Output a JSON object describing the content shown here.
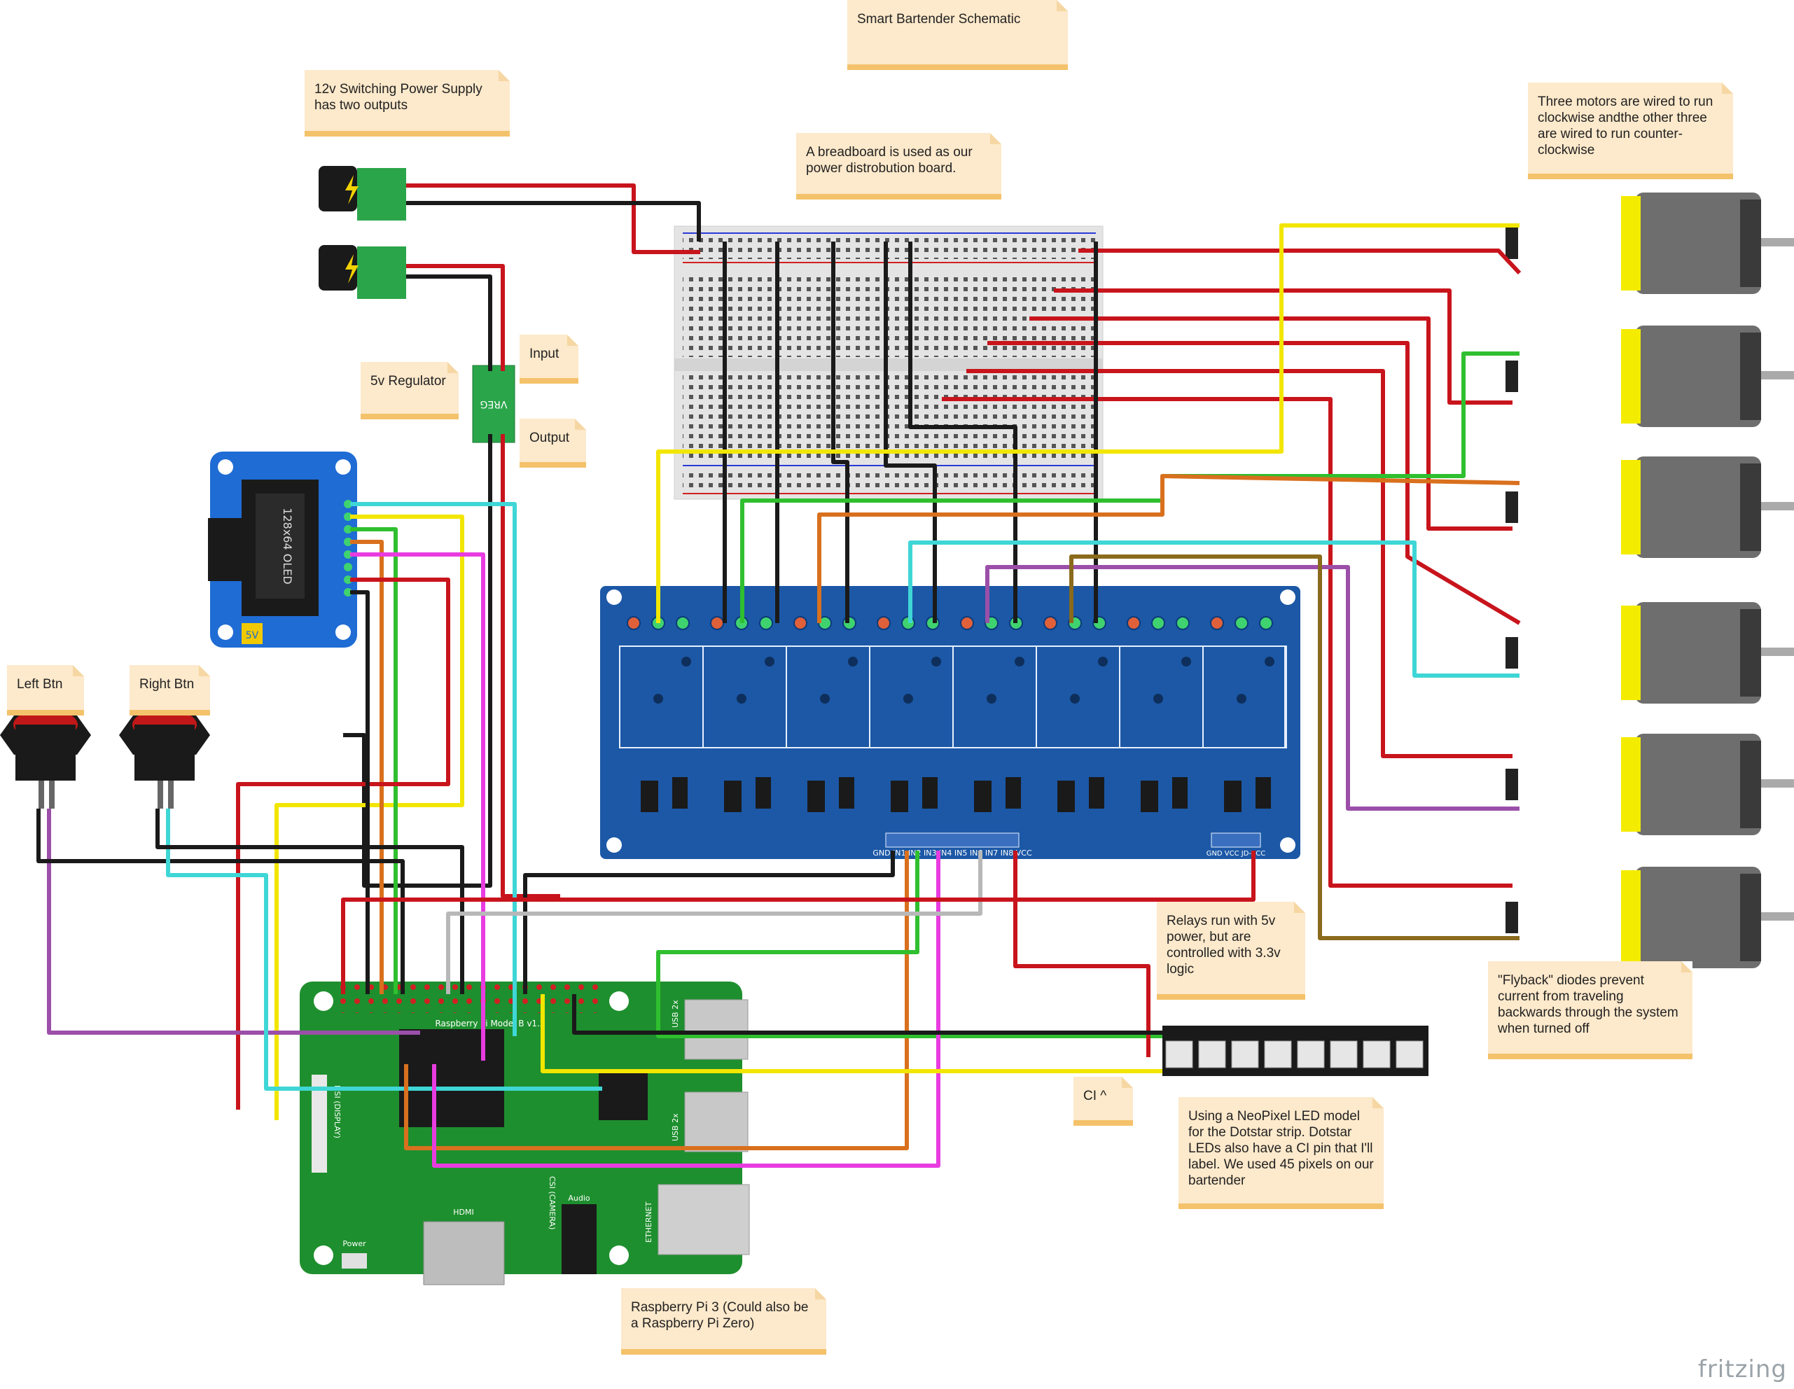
{
  "notes": {
    "title": "Smart Bartender Schematic",
    "power_supply": "12v Switching Power Supply has two outputs",
    "breadboard": "A breadboard is used as our power distrobution board.",
    "motors": "Three motors are wired to run clockwise andthe other three are wired to run counter-clockwise",
    "input": "Input",
    "output": "Output",
    "regulator": "5v Regulator",
    "left_btn": "Left Btn",
    "right_btn": "Right Btn",
    "relays": "Relays run with 5v power, but are controlled with 3.3v logic",
    "flyback": "\"Flyback\" diodes prevent current from traveling backwards through the system when turned off",
    "ci": "CI ^",
    "neopixel": "Using a NeoPixel LED model for the Dotstar strip. Dotstar LEDs also have a CI pin that I'll label. We used 45 pixels on our bartender",
    "raspberry": "Raspberry Pi 3 (Could also be a Raspberry Pi Zero)"
  },
  "components": {
    "oled_label": "128x64 OLED",
    "oled_badge": "5V",
    "reg_label": "VREG",
    "pi_model": "Raspberry Pi Model B v1.2",
    "pi_usb1": "USB 2x",
    "pi_usb2": "USB 2x",
    "pi_ethernet": "ETHERNET",
    "pi_hdmi": "HDMI",
    "pi_power": "Power",
    "pi_audio": "Audio",
    "pi_csi": "CSI (CAMERA)",
    "pi_dsi": "DSI (DISPLAY)",
    "relay_pins": "GND IN1 IN2 IN3 IN4 IN5 IN6 IN7 IN8 VCC",
    "relay_power_pins": "GND VCC JD-VCC"
  },
  "brand": "fritzing",
  "colors": {
    "wire_red": "#c8141c",
    "wire_black": "#1a1a1a",
    "wire_yellow": "#f2e600",
    "wire_green": "#2fbf2f",
    "wire_cyan": "#3fd6d6",
    "wire_orange": "#d9701e",
    "wire_magenta": "#e83ce0",
    "wire_purple": "#9b4fa8",
    "wire_brown": "#8a6a1c",
    "wire_gray": "#b8b8b8",
    "relay_board": "#1c58a6",
    "pi_board": "#1e8f2e",
    "note_bg": "#fde9cb",
    "motor_yellow": "#f4ec00"
  }
}
